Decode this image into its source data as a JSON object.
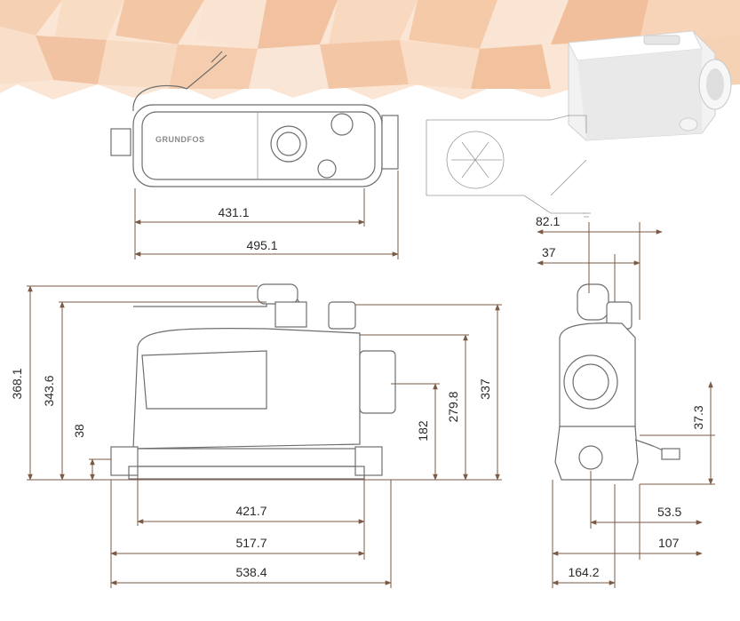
{
  "brand": {
    "logo_text": "GRUNDFOS"
  },
  "dimensions": {
    "top_view": {
      "inner_width": "431.1",
      "overall_width": "495.1"
    },
    "front_view": {
      "total_height": "368.1",
      "outlet_height": "343.6",
      "inlet_height": "38",
      "side_inlet_height": "182",
      "vent_height": "279.8",
      "top_height": "337",
      "inlet_spacing": "421.7",
      "body_width": "517.7",
      "overall_width": "538.4"
    },
    "side_view": {
      "outlet_offset": "82.1",
      "vent_offset": "37",
      "inlet_height": "37.3",
      "inlet_offset": "53.5",
      "depth": "107",
      "base_width": "164.2"
    }
  },
  "colors": {
    "background_pattern": [
      "#fbe3cf",
      "#f6cfb1",
      "#f2c09f",
      "#fae7d8",
      "#eeb896"
    ],
    "dimension_line": "#7a5a45",
    "outline": "#6e6e6e"
  }
}
